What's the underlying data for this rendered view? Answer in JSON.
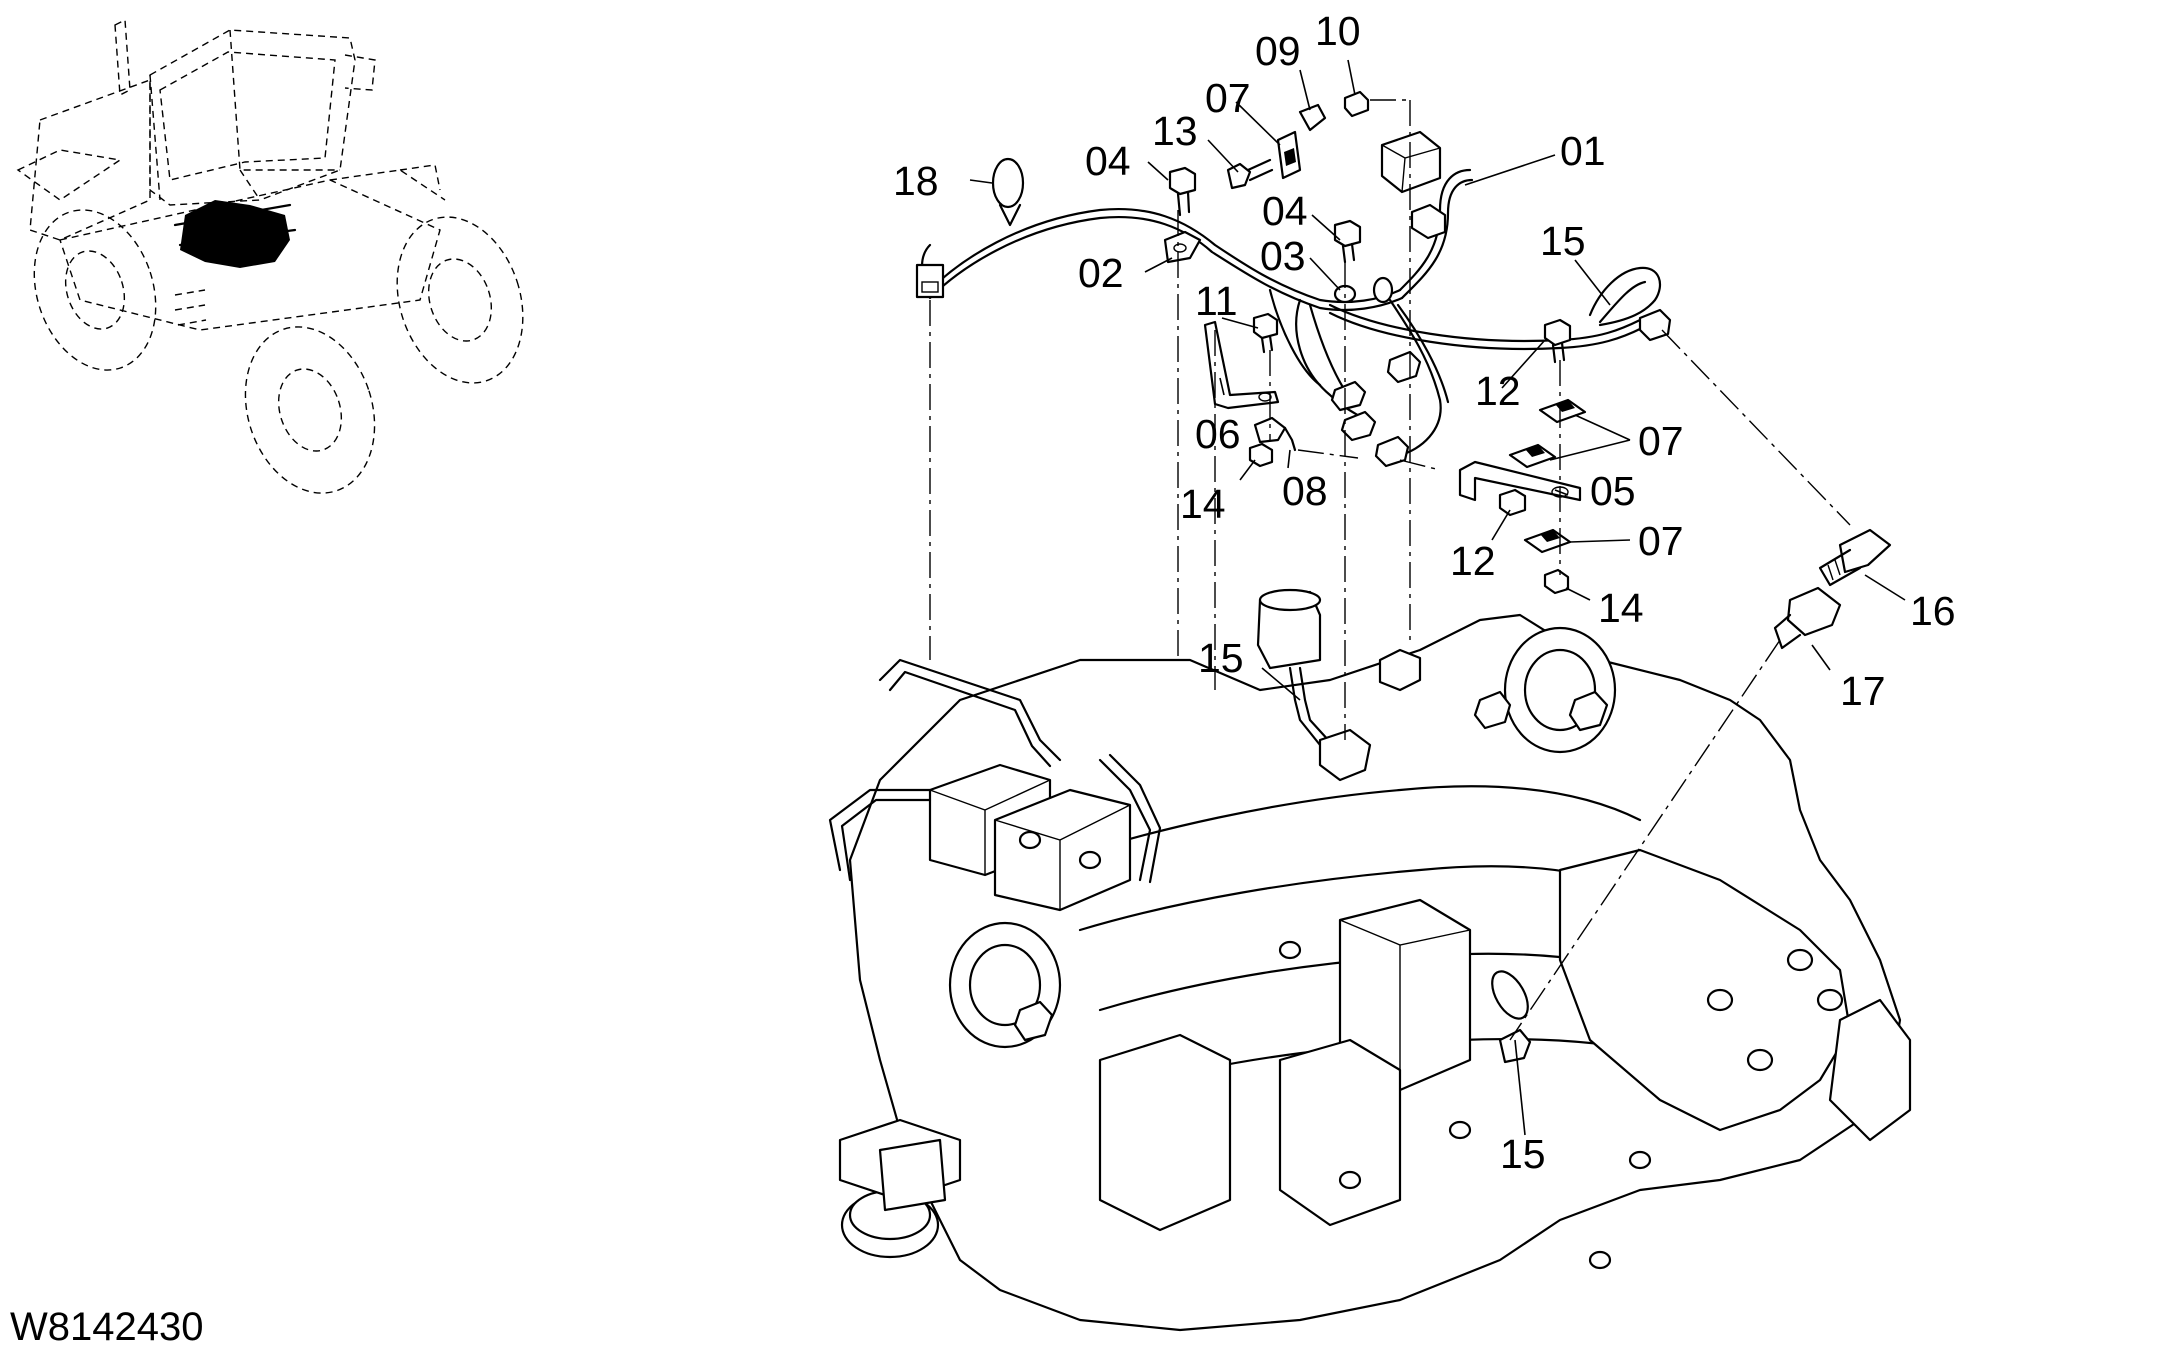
{
  "drawing_id": "W8142430",
  "callouts": {
    "c01": "01",
    "c02": "02",
    "c03": "03",
    "c04a": "04",
    "c04b": "04",
    "c05": "05",
    "c06": "06",
    "c07a": "07",
    "c07b": "07",
    "c07c": "07",
    "c08": "08",
    "c09": "09",
    "c10": "10",
    "c11": "11",
    "c12a": "12",
    "c12b": "12",
    "c13": "13",
    "c14a": "14",
    "c14b": "14",
    "c15a": "15",
    "c15b": "15",
    "c15c": "15",
    "c16": "16",
    "c17": "17",
    "c18": "18"
  }
}
